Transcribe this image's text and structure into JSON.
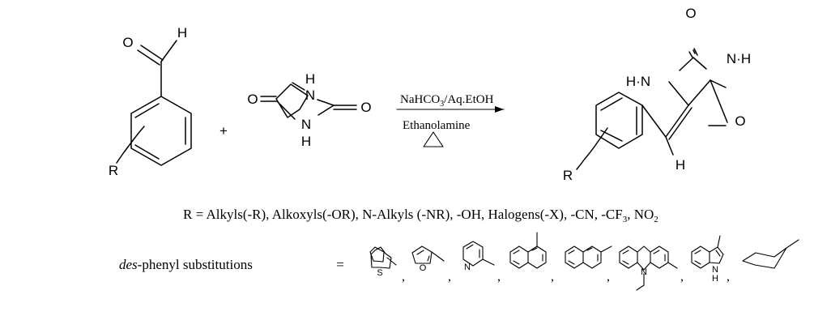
{
  "reaction": {
    "reactant1": {
      "carbonyl_o": "O",
      "aldehyde_h": "H",
      "substituent": "R"
    },
    "plus": "+",
    "reactant2": {
      "o_top": "O",
      "nh_top": "N",
      "nh_top_h": "H",
      "o_right": "O",
      "nh_bottom": "N",
      "nh_bottom_h": "H"
    },
    "conditions": {
      "line1_prefix": "NaHCO",
      "line1_sub": "3",
      "line1_suffix": "/Aq.EtOH",
      "line2": "Ethanolamine",
      "heat_symbol": "triangle"
    },
    "product": {
      "o_top": "O",
      "nh_left": "H·N",
      "nh_right": "N·H",
      "o_right": "O",
      "vinyl_h": "H",
      "substituent": "R"
    }
  },
  "r_definition": {
    "prefix": "R = Alkyls(-R), Alkoxyls(-OR), N-Alkyls (-NR), -OH, Halogens(-X), -CN, -CF",
    "cf3_sub": "3",
    "mid": ", NO",
    "no2_sub": "2"
  },
  "des_phenyl": {
    "label_italic": "des",
    "label_rest": "-phenyl substitutions",
    "equals": "=",
    "atoms": {
      "thiophene": "S",
      "furan": "O",
      "pyridine": "N",
      "indole_n": "N",
      "indole_h": "H",
      "carbazole_n": "N"
    },
    "separator": ",",
    "fragments": [
      "thiophen-2-yl",
      "furan-2-yl",
      "pyridin-2-yl",
      "naphthalen-1-yl",
      "naphthalen-2-yl",
      "N-ethylcarbazol-3-yl",
      "indol-3-yl",
      "cyclohexyl"
    ]
  }
}
